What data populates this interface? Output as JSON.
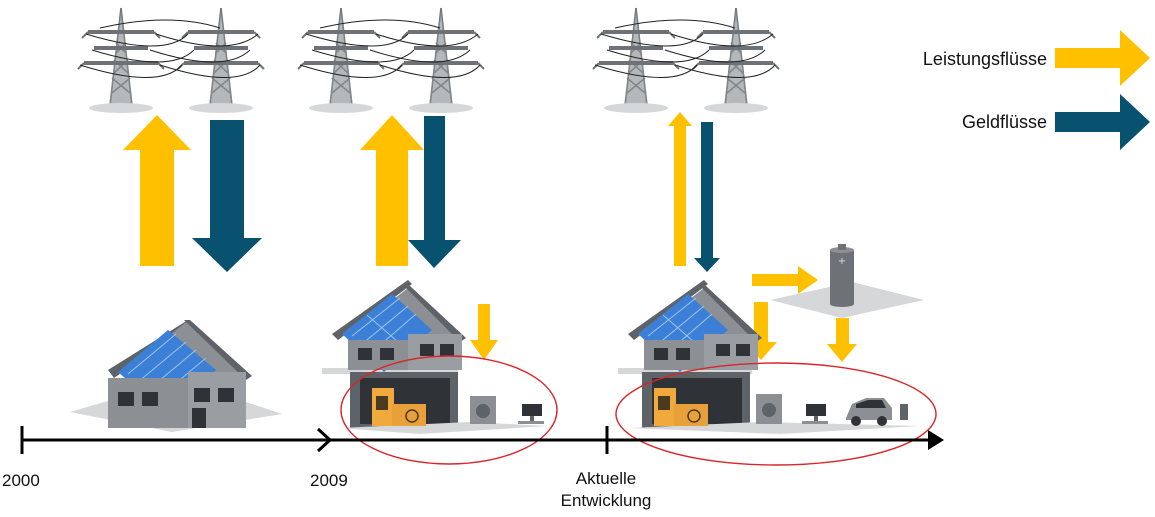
{
  "legend": {
    "power_label": "Leistungsflüsse",
    "money_label": "Geldflüsse"
  },
  "timeline": {
    "label_2000": "2000",
    "label_2009": "2009",
    "label_current_line1": "Aktuelle",
    "label_current_line2": "Entwicklung"
  },
  "colors": {
    "power": "#FFC000",
    "money": "#08516F",
    "grid_gray": "#7E8185",
    "house_gray": "#8C9095",
    "roof_gray": "#5E6369",
    "solar_blue": "#3C7FD6",
    "highlight": "#D9252A"
  },
  "icons": [
    "power-pylon-icon",
    "house-icon",
    "solar-panel-icon",
    "heat-pump-icon",
    "washing-machine-icon",
    "computer-icon",
    "battery-icon",
    "electric-car-icon"
  ]
}
